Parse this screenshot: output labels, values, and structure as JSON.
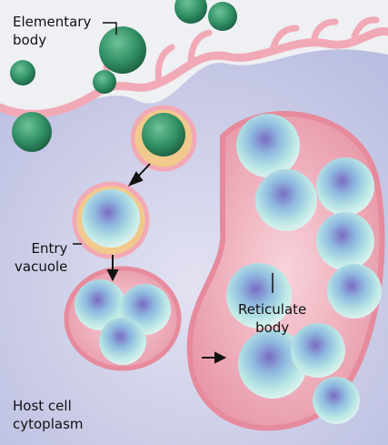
{
  "labels": {
    "elementary_body": [
      "Elementary",
      "body"
    ],
    "entry_vacuole": [
      "Entry",
      "vacuole"
    ],
    "reticulate_body": [
      "Reticulate",
      "body"
    ],
    "host_cell_cytoplasm": [
      "Host cell",
      "cytoplasm"
    ]
  },
  "colors": {
    "cytoplasm": "#c9cbe6",
    "membrane": "#f2a9b6",
    "elementary_body": "#2f8f63",
    "reticulate_body": "#9fd7d9",
    "reticulate_core": "#7a6cc2",
    "vacuole_rim": "#f1c98c"
  }
}
